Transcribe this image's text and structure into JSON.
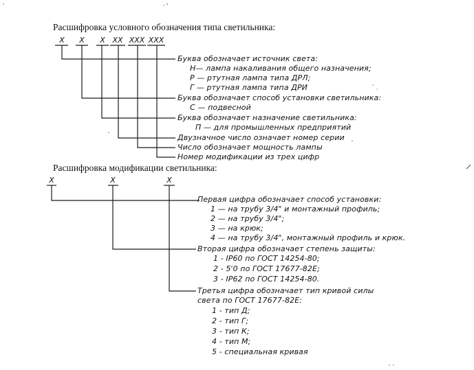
{
  "section1": {
    "title": "Расшифровка условного обозначения типа светильника:",
    "code_parts": [
      "Х",
      "Х",
      "Х",
      "ХХ",
      "ХХХ",
      "ХХХ"
    ],
    "lines": [
      "Буква обозначает источник света:",
      "Н— лампа накаливания общего назначения;",
      "Р — ртутная лампа типа ДРЛ;",
      "Г — ртутная лампа типа ДРИ",
      "Буква обозначает способ установки светильника:",
      "С — подвесной",
      "Буква обозначает назначение светильника:",
      "П — для промышленных предприятий",
      "Двузначное число означает номер серии",
      "Число обозначает мощность лампы",
      "Номер модификации из трех цифр"
    ]
  },
  "section2": {
    "title": "Расшифровка модификации светильника:",
    "code_parts": [
      "Х",
      "Х",
      "Х"
    ],
    "lines": [
      "Первая цифра обозначает способ установки:",
      "1 — на трубу 3/4\" и монтажный профиль;",
      "2 — на трубу 3/4\";",
      "3 — на крюк;",
      "4 — на трубу 3/4\", монтажный профиль и крюк.",
      "Вторая цифра обозначает степень защиты:",
      "1 - IP60 по ГОСТ 14254-80;",
      "2 - 5'0 по ГОСТ 17677-82Е;",
      "3 - IP62 по ГОСТ 14254-80.",
      "Третья цифра обозначает тип кривой силы",
      "света по ГОСТ 17677-82Е:",
      "1 - тип Д;",
      "2 - тип Г;",
      "3 - тип К;",
      "4 - тип М;",
      "5 - специальная кривая"
    ]
  }
}
